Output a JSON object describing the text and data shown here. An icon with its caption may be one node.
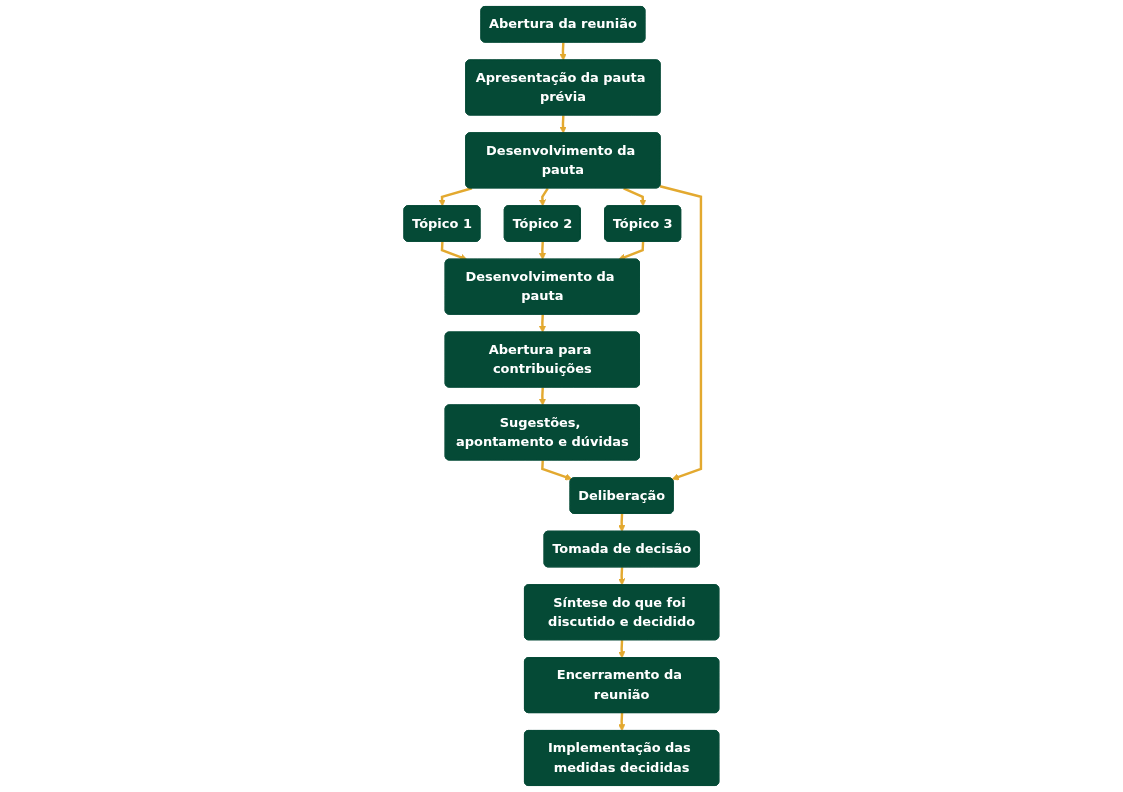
{
  "diagram": {
    "nodes": [
      {
        "text": [
          "Abertura da reunião"
        ]
      },
      {
        "text": [
          "Apresentação da pauta prévia"
        ]
      },
      {
        "text": [
          "Desenvolvimento da pauta"
        ]
      },
      {
        "text": [
          "Tópico 1"
        ]
      },
      {
        "text": [
          "Tópico 2"
        ]
      },
      {
        "text": [
          "Tópico 3"
        ]
      },
      {
        "text": [
          "Desenvolvimento da pauta"
        ]
      },
      {
        "text": [
          "Abertura para contribuições"
        ]
      },
      {
        "text": [
          "Sugestões, apontamento e dúvidas"
        ]
      },
      {
        "text": [
          "Deliberação"
        ]
      },
      {
        "text": [
          "Tomada de decisão"
        ]
      },
      {
        "text": [
          "Síntese do que foi discutido e decidido"
        ]
      },
      {
        "text": [
          "Encerramento da reunião"
        ]
      },
      {
        "text": [
          "Implementação das medidas decididas"
        ]
      }
    ],
    "edges": [
      {
        "from": 0,
        "to": 1,
        "arrow": "to"
      },
      {
        "from": 1,
        "to": 2,
        "arrow": "to"
      },
      {
        "from": 2,
        "to": 3,
        "arrow": "to"
      },
      {
        "from": 2,
        "to": 4,
        "arrow": "to"
      },
      {
        "from": 2,
        "to": 5,
        "arrow": "to"
      },
      {
        "from": 3,
        "to": 6,
        "arrow": "to"
      },
      {
        "from": 4,
        "to": 6,
        "arrow": "to"
      },
      {
        "from": 5,
        "to": 6,
        "arrow": "to"
      },
      {
        "from": 6,
        "to": 7,
        "arrow": "to"
      },
      {
        "from": 7,
        "to": 8,
        "arrow": "to"
      },
      {
        "from": 8,
        "to": 9,
        "arrow": "to"
      },
      {
        "from": 2,
        "to": 9,
        "arrow": "to"
      },
      {
        "from": 9,
        "to": 10,
        "arrow": "to"
      },
      {
        "from": 10,
        "to": 11,
        "arrow": "to"
      },
      {
        "from": 11,
        "to": 12,
        "arrow": "to"
      },
      {
        "from": 12,
        "to": 13,
        "arrow": "to"
      }
    ]
  }
}
